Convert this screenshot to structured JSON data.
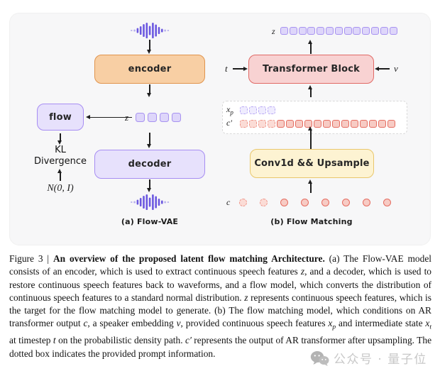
{
  "figure": {
    "panel_a": {
      "caption": "(a) Flow-VAE",
      "encoder_label": "encoder",
      "decoder_label": "decoder",
      "flow_label": "flow",
      "kl_line1": "KL",
      "kl_line2": "Divergence",
      "normal_dist_label": "N(0, I)",
      "z_label": "z",
      "z_tokens": {
        "shape": "square",
        "color": "purple",
        "dashed": 0,
        "solid": 4
      }
    },
    "panel_b": {
      "caption": "(b) Flow Matching",
      "transformer_label": "Transformer Block",
      "conv_label": "Conv1d && Upsample",
      "t_label": "t",
      "v_label": "v",
      "z_label": "z",
      "xp_label": "x",
      "xp_sub": "p",
      "cprime_label": "c′",
      "c_label": "c",
      "z_tokens": {
        "shape": "square",
        "color": "purple",
        "dashed": 0,
        "solid": 13
      },
      "xp_tokens": {
        "shape": "square",
        "color": "purple",
        "dashed": 4,
        "solid": 0
      },
      "cprime_tokens": {
        "shape": "square",
        "color": "red",
        "dashed": 4,
        "solid": 13
      },
      "c_tokens": {
        "shape": "circle",
        "color": "red",
        "dashed": 2,
        "solid": 6
      }
    }
  },
  "caption": {
    "segments": [
      {
        "t": "Figure 3 | "
      },
      {
        "t": "An overview of the proposed latent flow matching Architecture.",
        "b": true
      },
      {
        "t": " (a) The Flow-VAE model consists of an encoder, which is used to extract continuous speech features "
      },
      {
        "t": "z",
        "i": true
      },
      {
        "t": ", and a decoder, which is used to restore continuous speech features back to waveforms, and a flow model, which converts the distribution of continuous speech features to a standard normal distribution. "
      },
      {
        "t": "z",
        "i": true
      },
      {
        "t": " represents continuous speech features, which is the target for the flow matching model to generate. (b) The flow matching model, which conditions on AR transformer output "
      },
      {
        "t": "c",
        "i": true
      },
      {
        "t": ", a speaker embedding "
      },
      {
        "t": "v",
        "i": true
      },
      {
        "t": ", provided continuous speech features "
      },
      {
        "t": "x",
        "i": true
      },
      {
        "t": "p",
        "i": true,
        "sub": true
      },
      {
        "t": " and intermediate state "
      },
      {
        "t": "x",
        "i": true
      },
      {
        "t": "t",
        "i": true,
        "sub": true
      },
      {
        "t": " at timestep "
      },
      {
        "t": "t",
        "i": true
      },
      {
        "t": " on the probabilistic density path. "
      },
      {
        "t": "c′",
        "i": true
      },
      {
        "t": " represents the output of AR transformer after upsampling. The dotted box indicates the provided prompt information."
      }
    ]
  },
  "watermark": {
    "text": "公众号 · 量子位"
  },
  "colors": {
    "card_bg": "#f7f7f8",
    "ink": "#1e1e1e",
    "encoder_fill": "#f8cfa4",
    "encoder_border": "#e0944e",
    "purple_fill": "#e7e1fc",
    "purple_border": "#a78df2",
    "purple_token_fill": "#ded6fa",
    "purple_token_border": "#a792f0",
    "pink_fill": "#f8d2d2",
    "pink_border": "#e06a66",
    "red_token_fill": "#f7cbc4",
    "red_token_border": "#e56c60",
    "yellow_fill": "#fdf3d2",
    "yellow_border": "#e9c76c",
    "wave_color": "#6b58e0",
    "watermark_color": "#c8c8c8"
  }
}
